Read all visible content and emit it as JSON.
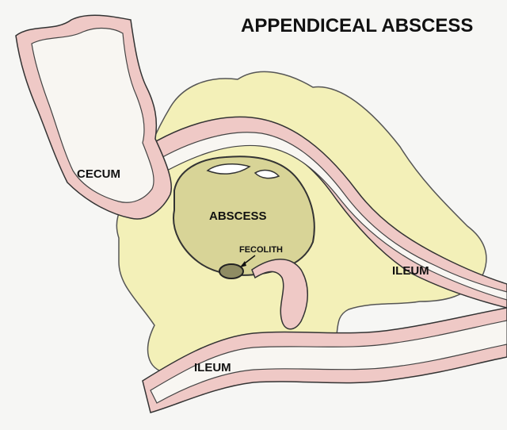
{
  "title": "APPENDICEAL ABSCESS",
  "labels": {
    "cecum": "CECUM",
    "abscess": "ABSCESS",
    "fecolith": "FECOLITH",
    "ileum_right": "ILEUM",
    "ileum_bottom": "ILEUM"
  },
  "colors": {
    "background": "#f6f6f4",
    "fat": "#f3f0b8",
    "abscess": "#d8d497",
    "mucosa": "#efc9c6",
    "outline": "#333333"
  }
}
